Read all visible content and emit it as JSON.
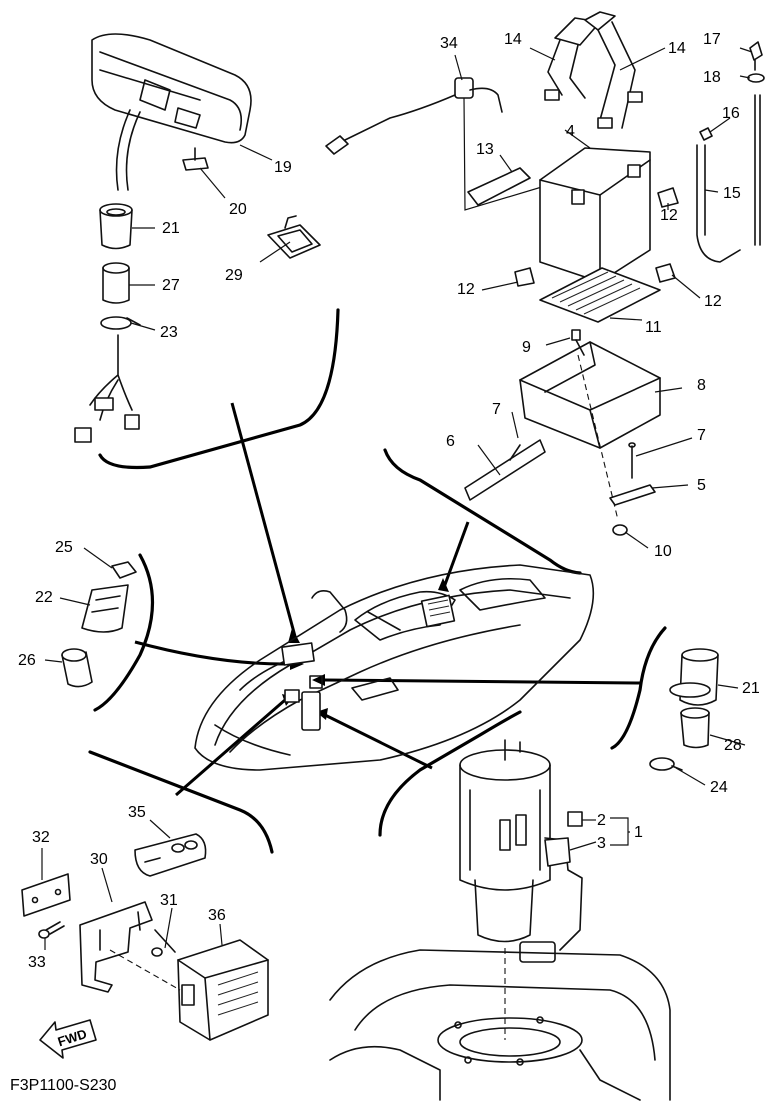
{
  "diagram_code": "F3P1100-S230",
  "fwd_label": "FWD",
  "callouts": {
    "c1": "1",
    "c2": "2",
    "c3": "3",
    "c4": "4",
    "c5": "5",
    "c6": "6",
    "c7a": "7",
    "c7b": "7",
    "c8": "8",
    "c9": "9",
    "c10": "10",
    "c11": "11",
    "c12a": "12",
    "c12b": "12",
    "c12c": "12",
    "c13": "13",
    "c14a": "14",
    "c14b": "14",
    "c15": "15",
    "c16": "16",
    "c17": "17",
    "c18": "18",
    "c19": "19",
    "c20": "20",
    "c21a": "21",
    "c21b": "21",
    "c22": "22",
    "c23": "23",
    "c24": "24",
    "c25": "25",
    "c26": "26",
    "c27": "27",
    "c28": "28",
    "c29": "29",
    "c30": "30",
    "c31": "31",
    "c32": "32",
    "c33": "33",
    "c34": "34",
    "c35": "35",
    "c36": "36"
  }
}
